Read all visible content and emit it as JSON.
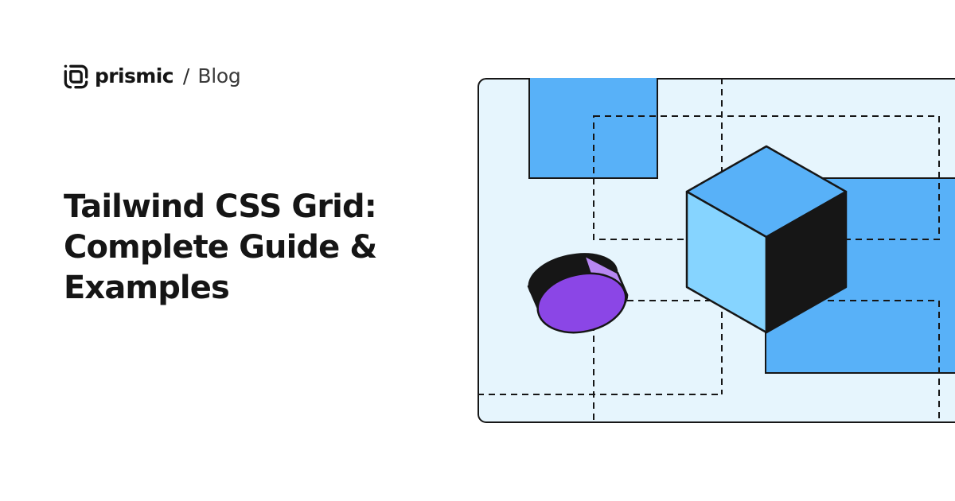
{
  "brand": {
    "logo_icon": "prismic-logo-icon",
    "name": "prismic",
    "separator": "/",
    "section": "Blog"
  },
  "headline": {
    "lines": [
      "Tailwind CSS Grid:",
      "Complete Guide &",
      "Examples"
    ]
  },
  "illustration": {
    "description_icon": "grid-cube-illustration",
    "colors": {
      "panel": "#e6f5fd",
      "block": "#58b1f8",
      "cube_left": "#86d4ff",
      "cube_right": "#161616",
      "disc_top": "#8b46e6",
      "disc_slice": "#b787f2",
      "stroke": "#161616"
    }
  }
}
